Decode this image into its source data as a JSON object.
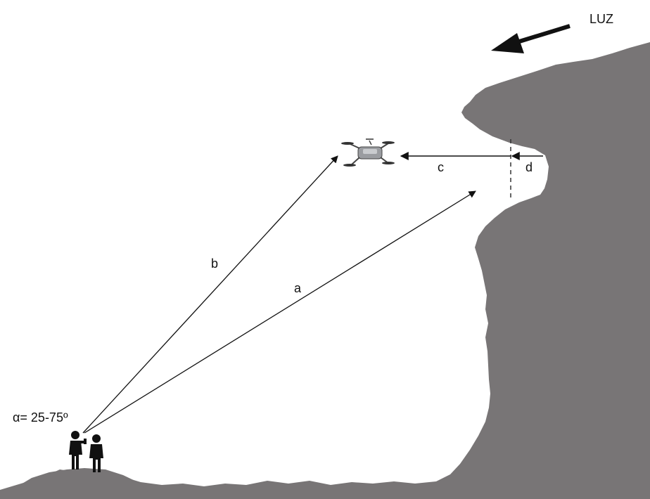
{
  "labels": {
    "light": "LUZ",
    "angle": "α= 25-75º",
    "line_a": "a",
    "line_b": "b",
    "line_c": "c",
    "line_d": "d"
  },
  "colors": {
    "rock": "#787576",
    "ink": "#111111",
    "background": "#ffffff"
  },
  "icons": {
    "light_direction": "arrow-left-icon",
    "drone": "drone-icon",
    "observers": "people-icon"
  }
}
